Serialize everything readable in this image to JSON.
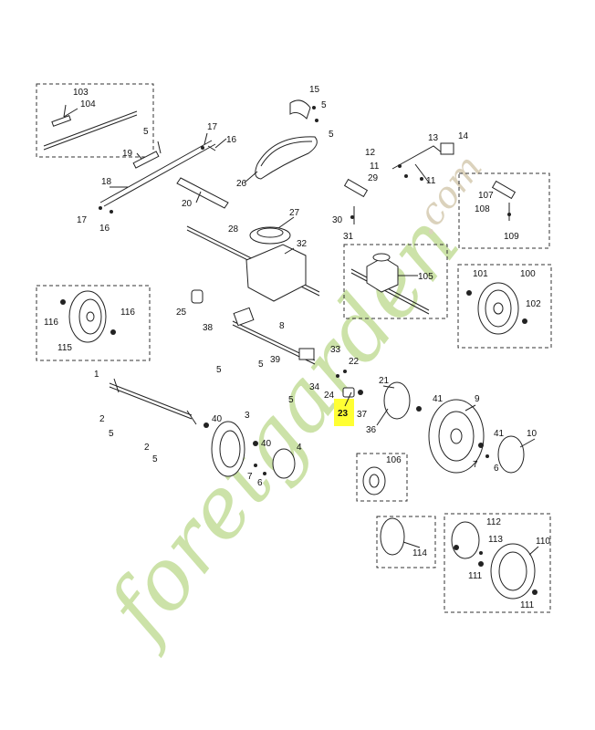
{
  "watermark": {
    "main": "foretgarden",
    "suffix": ".com",
    "color_green": "#bcd98c",
    "color_orange": "#f2b87a",
    "color_brown": "#cfc3a6"
  },
  "highlight": {
    "part": "23",
    "color": "#ffff33"
  },
  "labels": {
    "l103": "103",
    "l104": "104",
    "l15": "15",
    "l5a": "5",
    "l5b": "5",
    "l5c": "5",
    "l17a": "17",
    "l16a": "16",
    "l19": "19",
    "l18": "18",
    "l17b": "17",
    "l16b": "16",
    "l20": "20",
    "l26": "26",
    "l12": "12",
    "l13": "13",
    "l14": "14",
    "l11a": "11",
    "l11b": "11",
    "l29": "29",
    "l30": "30",
    "l31": "31",
    "l107": "107",
    "l108": "108",
    "l109": "109",
    "l27": "27",
    "l28": "28",
    "l32": "32",
    "l105": "105",
    "l101": "101",
    "l100": "100",
    "l102": "102",
    "l116a": "116",
    "l116b": "116",
    "l115": "115",
    "l25": "25",
    "l38": "38",
    "l8": "8",
    "l5d": "5",
    "l33": "33",
    "l39": "39",
    "l22": "22",
    "l5e": "5",
    "l34": "34",
    "l24": "24",
    "l5f": "5",
    "l23": "23",
    "l37": "37",
    "l21": "21",
    "l36": "36",
    "l1": "1",
    "l2a": "2",
    "l5g": "5",
    "l2b": "2",
    "l5h": "5",
    "l40a": "40",
    "l3": "3",
    "l40b": "40",
    "l4": "4",
    "l7a": "7",
    "l6a": "6",
    "l41a": "41",
    "l9": "9",
    "l41b": "41",
    "l10": "10",
    "l7b": "7",
    "l6b": "6",
    "l106": "106",
    "l114": "114",
    "l110": "110",
    "l112": "112",
    "l113": "113",
    "l111a": "111",
    "l111b": "111"
  }
}
